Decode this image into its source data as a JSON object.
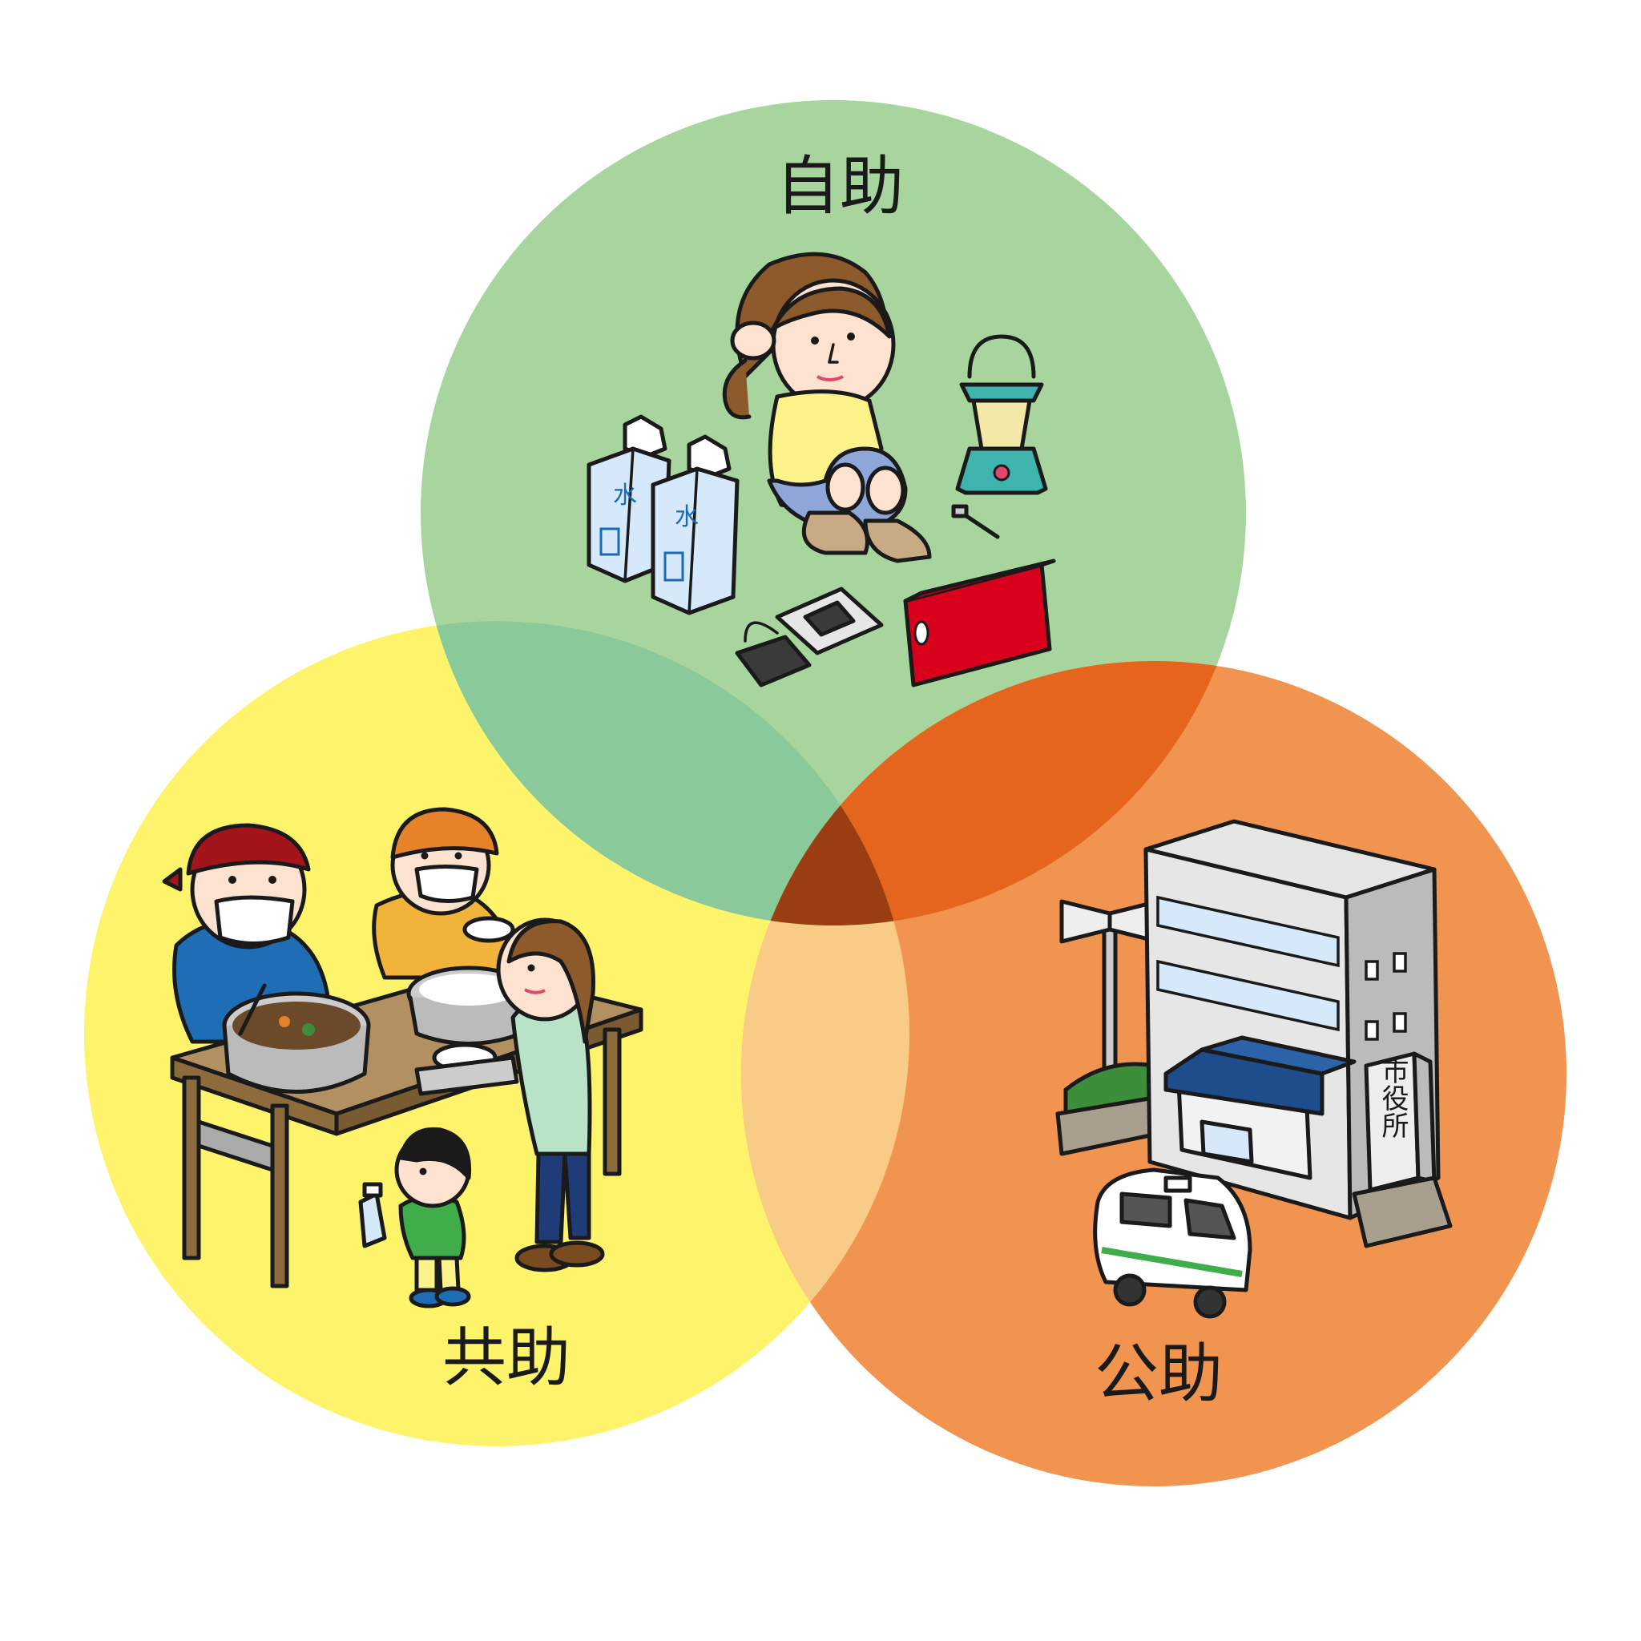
{
  "diagram": {
    "type": "venn",
    "circles": [
      {
        "id": "self_help",
        "label": "自助",
        "color": "#A8D59E"
      },
      {
        "id": "mutual_help",
        "label": "共助",
        "color": "#FDF46C"
      },
      {
        "id": "public_help",
        "label": "公助",
        "color": "#F0944F"
      }
    ],
    "overlap_colors": {
      "self_mutual": "#8ACA9A",
      "self_public": "#E5651E",
      "mutual_public": "#F8CB86",
      "all_three": "#9A3E12"
    }
  },
  "illustrations": {
    "water_bottle_text": "水",
    "city_hall_sign": "市役所",
    "radio_color": "#D9001B",
    "lantern_color": "#3FB3AE",
    "awning_color": "#1D4D8A"
  }
}
